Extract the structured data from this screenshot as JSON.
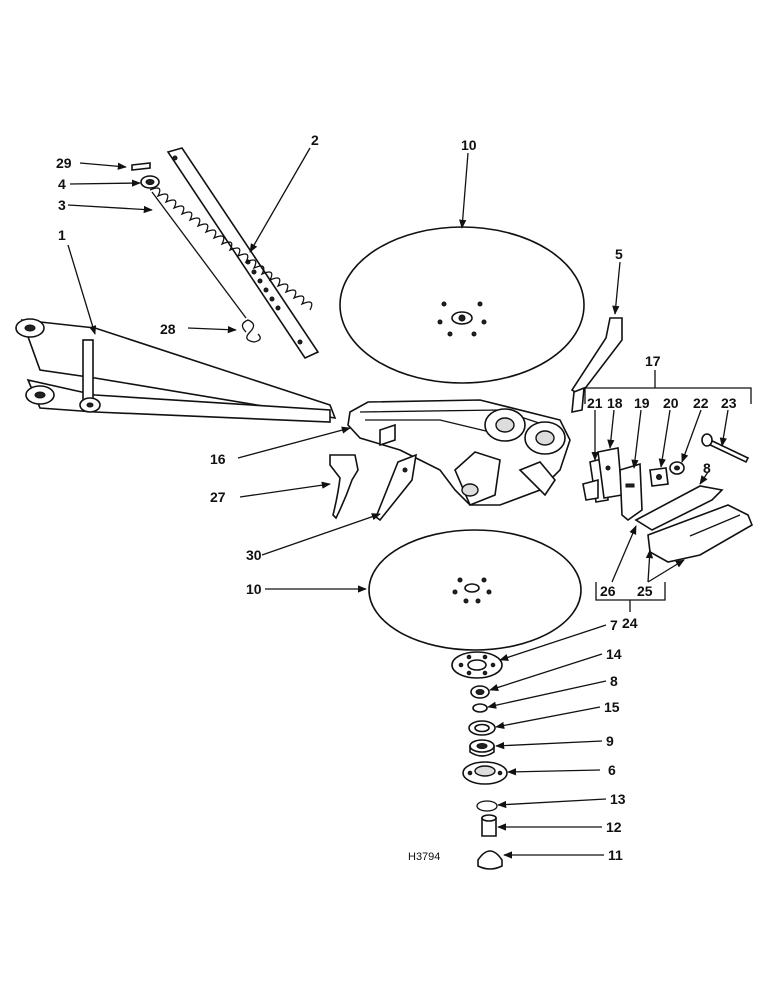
{
  "diagram": {
    "reference": "H3794",
    "callouts": [
      {
        "id": "c1",
        "label": "1"
      },
      {
        "id": "c2",
        "label": "2"
      },
      {
        "id": "c3",
        "label": "3"
      },
      {
        "id": "c4",
        "label": "4"
      },
      {
        "id": "c5",
        "label": "5"
      },
      {
        "id": "c6",
        "label": "6"
      },
      {
        "id": "c7",
        "label": "7"
      },
      {
        "id": "c8a",
        "label": "8"
      },
      {
        "id": "c8b",
        "label": "8"
      },
      {
        "id": "c9",
        "label": "9"
      },
      {
        "id": "c10a",
        "label": "10"
      },
      {
        "id": "c10b",
        "label": "10"
      },
      {
        "id": "c11",
        "label": "11"
      },
      {
        "id": "c12",
        "label": "12"
      },
      {
        "id": "c13",
        "label": "13"
      },
      {
        "id": "c14",
        "label": "14"
      },
      {
        "id": "c15",
        "label": "15"
      },
      {
        "id": "c16",
        "label": "16"
      },
      {
        "id": "c17",
        "label": "17"
      },
      {
        "id": "c18",
        "label": "18"
      },
      {
        "id": "c19",
        "label": "19"
      },
      {
        "id": "c20",
        "label": "20"
      },
      {
        "id": "c21",
        "label": "21"
      },
      {
        "id": "c22",
        "label": "22"
      },
      {
        "id": "c23",
        "label": "23"
      },
      {
        "id": "c24",
        "label": "24"
      },
      {
        "id": "c25",
        "label": "25"
      },
      {
        "id": "c26",
        "label": "26"
      },
      {
        "id": "c27",
        "label": "27"
      },
      {
        "id": "c28",
        "label": "28"
      },
      {
        "id": "c29",
        "label": "29"
      },
      {
        "id": "c30",
        "label": "30"
      }
    ]
  }
}
